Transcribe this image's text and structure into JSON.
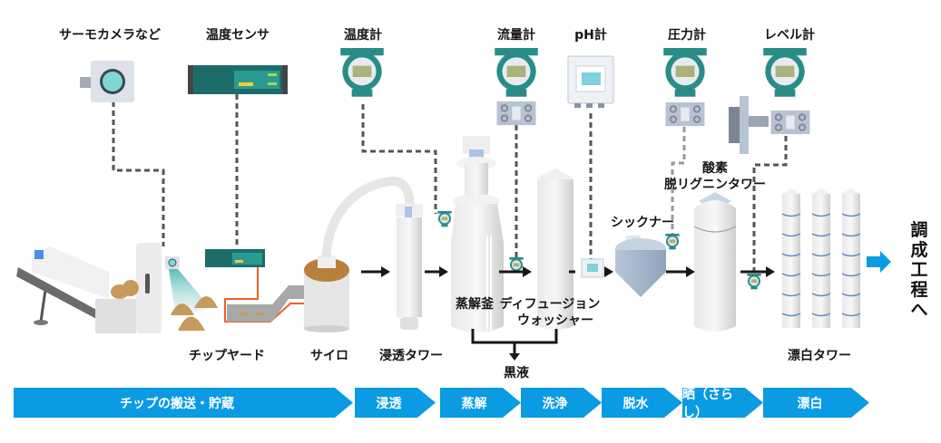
{
  "instruments": {
    "thermo_camera": "サーモカメラなど",
    "temp_sensor": "温度センサ",
    "thermometer": "温度計",
    "flowmeter": "流量計",
    "ph_meter": "pH計",
    "pressure_gauge": "圧力計",
    "level_gauge": "レベル計"
  },
  "equipment": {
    "chip_yard": "チップヤード",
    "silo": "サイロ",
    "impregnation_tower": "浸透タワー",
    "digester": "蒸解釜",
    "diffusion_washer_line1": "ディフュージョン",
    "diffusion_washer_line2": "ウォッシャー",
    "black_liquor": "黒液",
    "thickener": "シックナー",
    "o2_delig_line1": "酸素",
    "o2_delig_line2": "脱リグニンタワー",
    "bleach_tower": "漂白タワー",
    "next_process": "調成工程へ"
  },
  "process_steps": [
    {
      "label": "チップの搬送・貯蔵"
    },
    {
      "label": "浸透"
    },
    {
      "label": "蒸解"
    },
    {
      "label": "洗浄"
    },
    {
      "label": "脱水"
    },
    {
      "label": "晒（さらし）"
    },
    {
      "label": "漂白"
    }
  ],
  "colors": {
    "step_blue": "#0a9be3",
    "instrument_teal": "#2a8c86",
    "signal_line": "#555555",
    "wire_orange": "#e8622a",
    "chip_brown": "#c69a5c"
  }
}
